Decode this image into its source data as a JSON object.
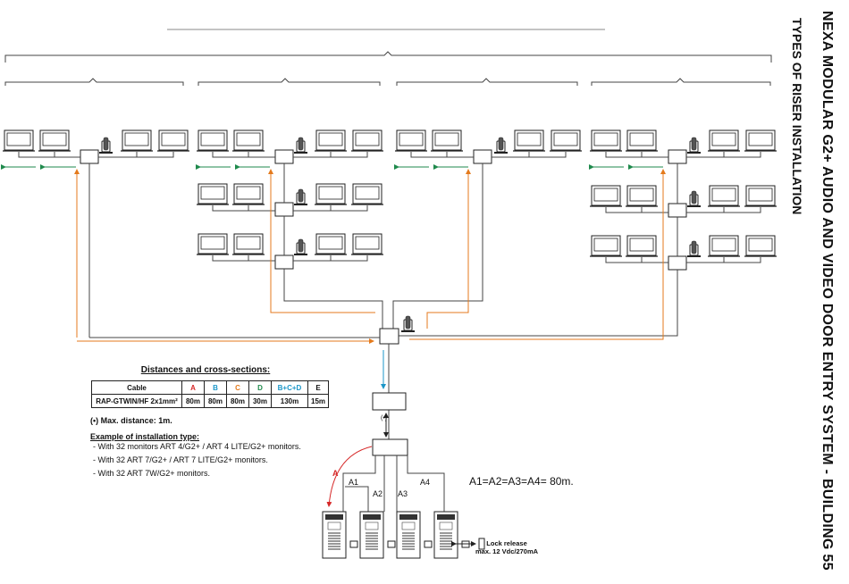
{
  "title": "NEXA MODULAR G2+ AUDIO AND VIDEO DOOR ENTRY SYSTEM - BUILDING 55",
  "subtitle": "TYPES OF RISER INSTALLATION",
  "distances": {
    "title": "Distances and cross-sections:",
    "header": [
      "Cable",
      "A",
      "B",
      "C",
      "D",
      "B+C+D",
      "E"
    ],
    "header_colors": [
      "#111111",
      "#d62828",
      "#1b96c8",
      "#e47a1c",
      "#1f8a4c",
      "#111111",
      "#111111"
    ],
    "row": [
      "RAP-GTWIN/HF 2x1mm²",
      "80m",
      "80m",
      "80m",
      "30m",
      "130m",
      "15m"
    ]
  },
  "max_note": {
    "prefix": "(•)",
    "text": "Max. distance: 1m."
  },
  "example": {
    "title": "Example of installation type:",
    "items": [
      "- With 32 monitors ART 4/G2+ / ART 4 LITE/G2+ monitors.",
      "- With 32 ART 7/G2+ / ART 7 LITE/G2+ monitors.",
      "- With 32 ART 7W/G2+ monitors."
    ]
  },
  "panel_labels": {
    "a": "A",
    "a1": "A1",
    "a2": "A2",
    "a3": "A3",
    "a4": "A4",
    "bullet": "(•)"
  },
  "equation": "A1=A2=A3=A4= 80m.",
  "lock_release": {
    "line1": "Lock release",
    "line2": "max. 12 Vdc/270mA"
  },
  "colors": {
    "red": "#d62828",
    "blue": "#1b96c8",
    "orange": "#e47a1c",
    "green": "#1f8a4c",
    "line": "#444444"
  }
}
